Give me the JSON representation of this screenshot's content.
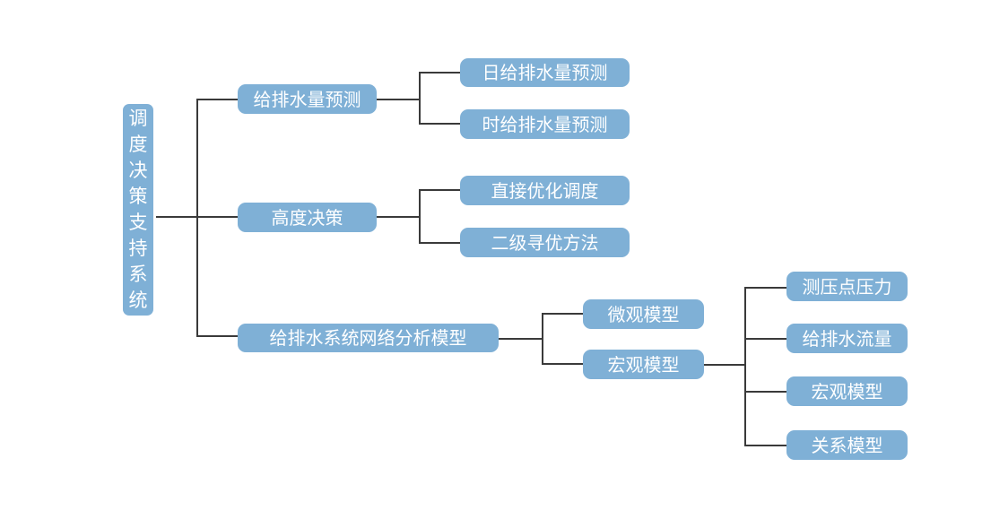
{
  "diagram": {
    "root": {
      "chars": [
        "调",
        "度",
        "决",
        "策",
        "支",
        "持",
        "系",
        "统"
      ]
    },
    "level1": [
      {
        "label": "给排水量预测"
      },
      {
        "label": "高度决策"
      },
      {
        "label": "给排水系统网络分析模型"
      }
    ],
    "level2": [
      {
        "label": "日给排水量预测"
      },
      {
        "label": "时给排水量预测"
      },
      {
        "label": "直接优化调度"
      },
      {
        "label": "二级寻优方法"
      },
      {
        "label": "微观模型"
      },
      {
        "label": "宏观模型"
      }
    ],
    "level3": [
      {
        "label": "测压点压力"
      },
      {
        "label": "给排水流量"
      },
      {
        "label": "宏观模型"
      },
      {
        "label": "关系模型"
      }
    ],
    "colors": {
      "node_fill": "#7fb0d6",
      "node_text": "#ffffff",
      "connector": "#3a3a3a",
      "background": "#ffffff"
    }
  }
}
